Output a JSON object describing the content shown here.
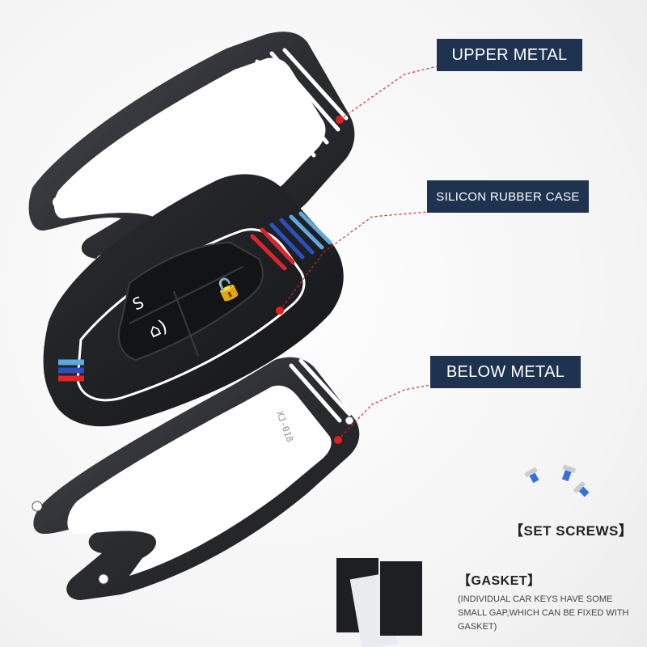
{
  "labels": {
    "upper_metal": "UPPER METAL",
    "silicon_rubber_case": "SILICON RUBBER CASE",
    "below_metal": "BELOW METAL"
  },
  "captions": {
    "set_screws": "【SET SCREWS】",
    "gasket": "【GASKET】",
    "gasket_note": "(INDIVIDUAL CAR KEYS HAVE SOME SMALL GAP,WHICH CAN BE FIXED WITH GASKET)"
  },
  "engraving": "XJ-018",
  "colors": {
    "label_bg": "#1f3250",
    "leader_line": "#e02020",
    "metal": "#2a2c30",
    "rubber": "#1b1c1f",
    "stripe_light_blue": "#5fa8de",
    "stripe_blue": "#2a4fbf",
    "stripe_red": "#e0242a"
  }
}
